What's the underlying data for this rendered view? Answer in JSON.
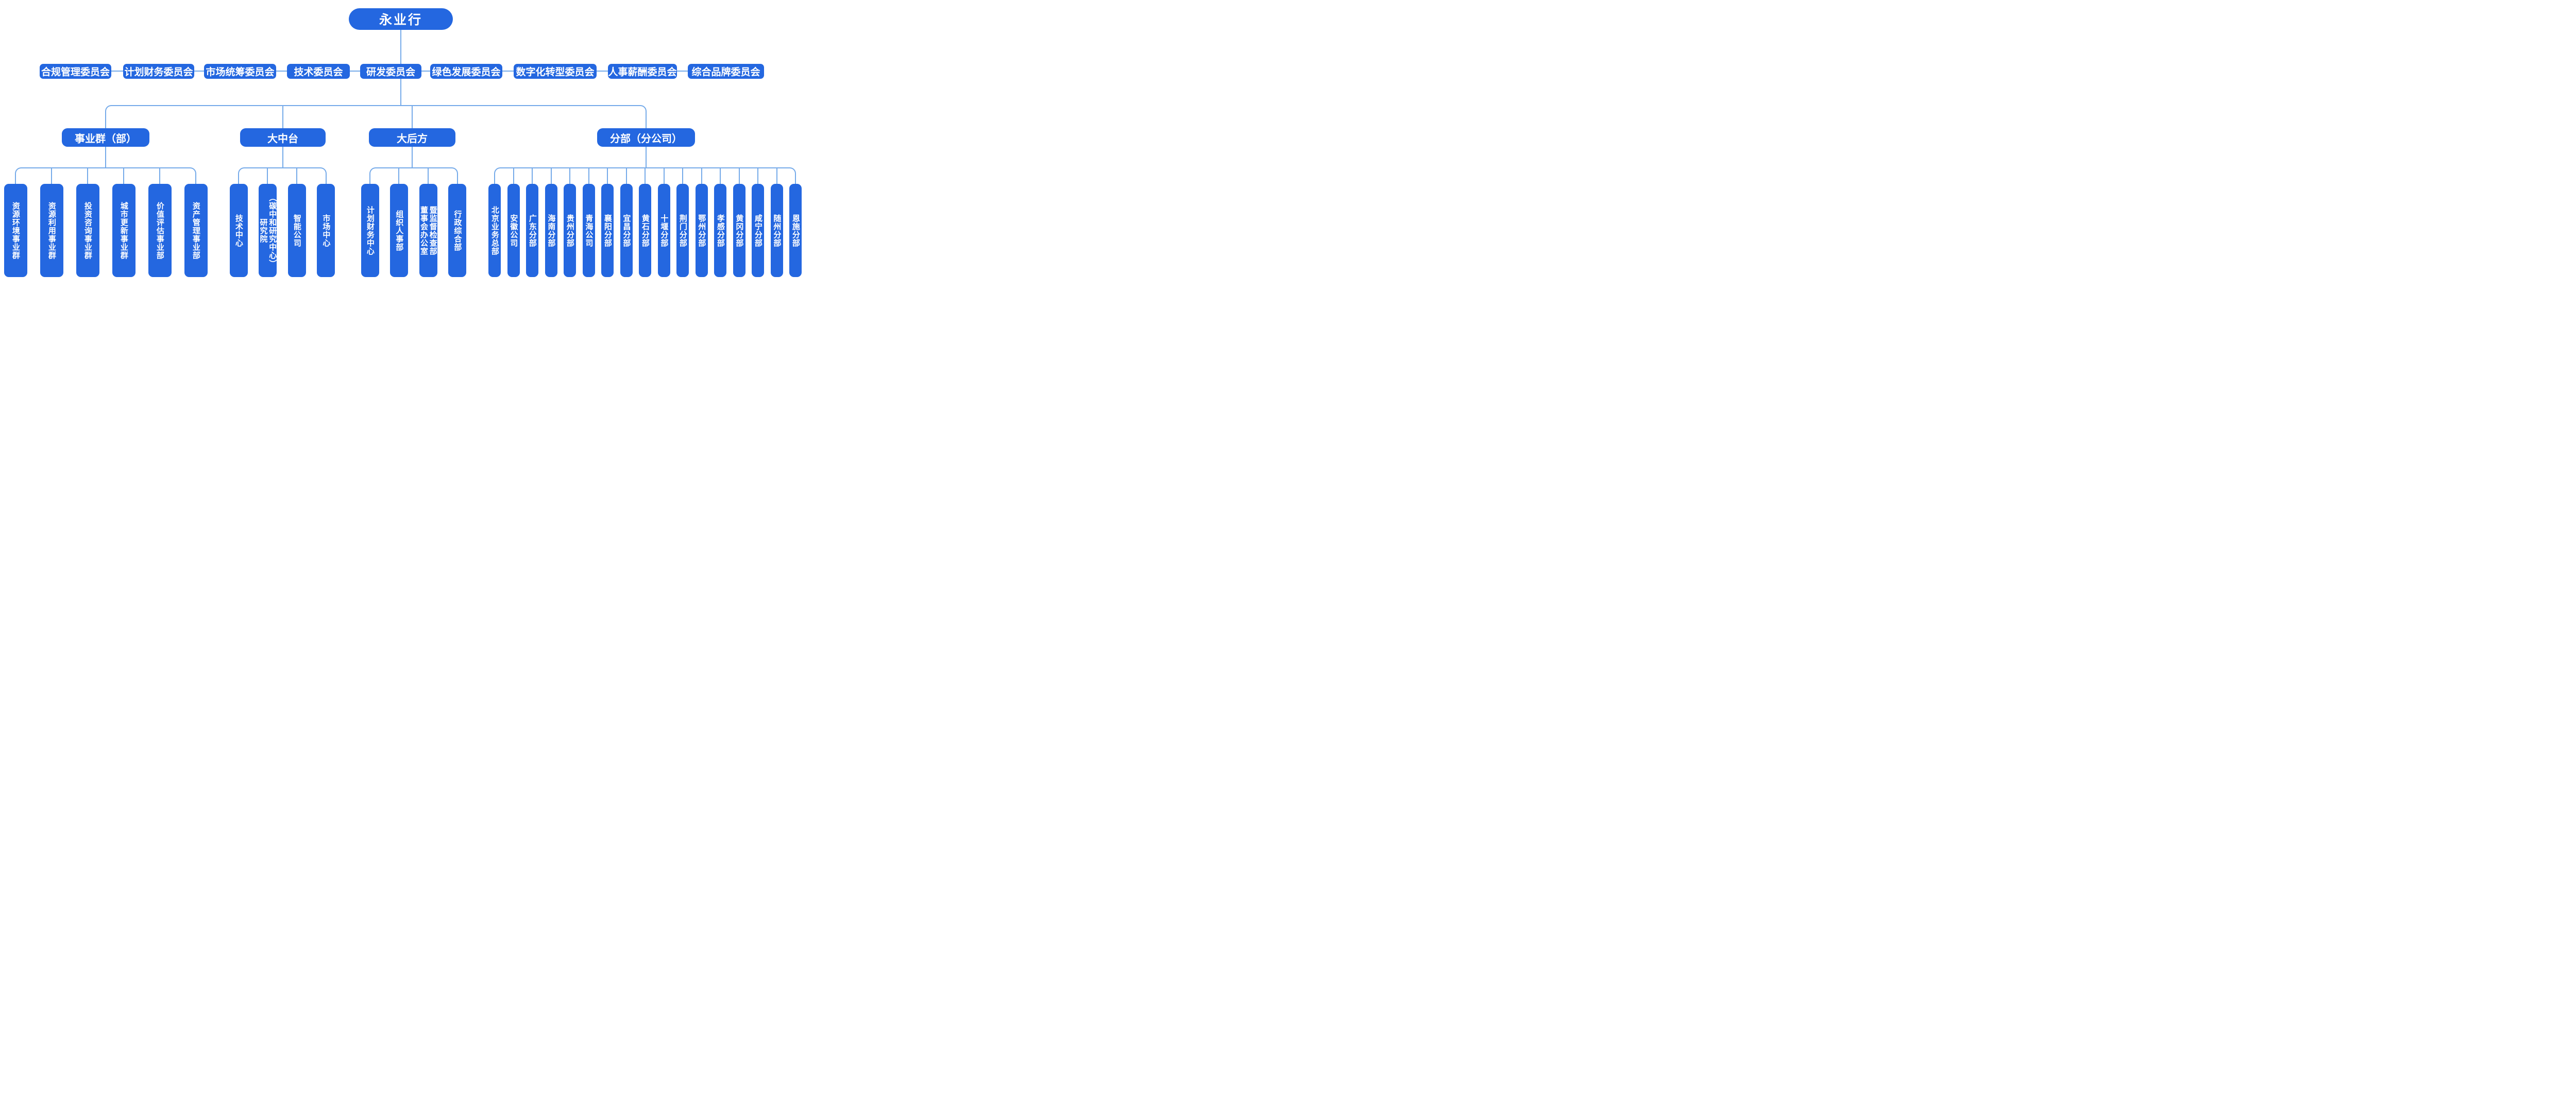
{
  "org_chart": {
    "colors": {
      "node_fill": "#2467E0",
      "connector": "#75AAE9",
      "node_text": "#FFFFFF",
      "background": "#FFFFFF"
    },
    "root": {
      "label": "永业行"
    },
    "committees": [
      {
        "label": "合规管理委员会"
      },
      {
        "label": "计划财务委员会"
      },
      {
        "label": "市场统筹委员会"
      },
      {
        "label": "技术委员会"
      },
      {
        "label": "研发委员会"
      },
      {
        "label": "绿色发展委员会"
      },
      {
        "label": "数字化转型委员会"
      },
      {
        "label": "人事薪酬委员会"
      },
      {
        "label": "综合品牌委员会"
      }
    ],
    "divisions": [
      {
        "label": "事业群（部）",
        "children": [
          {
            "label": "资源环境事业群"
          },
          {
            "label": "资源利用事业群"
          },
          {
            "label": "投资咨询事业群"
          },
          {
            "label": "城市更新事业群"
          },
          {
            "label": "价值评估事业部"
          },
          {
            "label": "资产管理事业部"
          }
        ]
      },
      {
        "label": "大中台",
        "children": [
          {
            "label": "技术中心"
          },
          {
            "label": "研究院\n（碳中和研究中心）"
          },
          {
            "label": "智能公司"
          },
          {
            "label": "市场中心"
          }
        ]
      },
      {
        "label": "大后方",
        "children": [
          {
            "label": "计划财务中心"
          },
          {
            "label": "组织人事部"
          },
          {
            "label": "董事会办公室\n暨监督检查部"
          },
          {
            "label": "行政综合部"
          }
        ]
      },
      {
        "label": "分部（分公司）",
        "children": [
          {
            "label": "北京业务总部"
          },
          {
            "label": "安徽公司"
          },
          {
            "label": "广东分部"
          },
          {
            "label": "海南分部"
          },
          {
            "label": "贵州分部"
          },
          {
            "label": "青海公司"
          },
          {
            "label": "襄阳分部"
          },
          {
            "label": "宜昌分部"
          },
          {
            "label": "黄石分部"
          },
          {
            "label": "十堰分部"
          },
          {
            "label": "荆门分部"
          },
          {
            "label": "鄂州分部"
          },
          {
            "label": "孝感分部"
          },
          {
            "label": "黄冈分部"
          },
          {
            "label": "咸宁分部"
          },
          {
            "label": "随州分部"
          },
          {
            "label": "恩施分部"
          }
        ]
      }
    ]
  }
}
